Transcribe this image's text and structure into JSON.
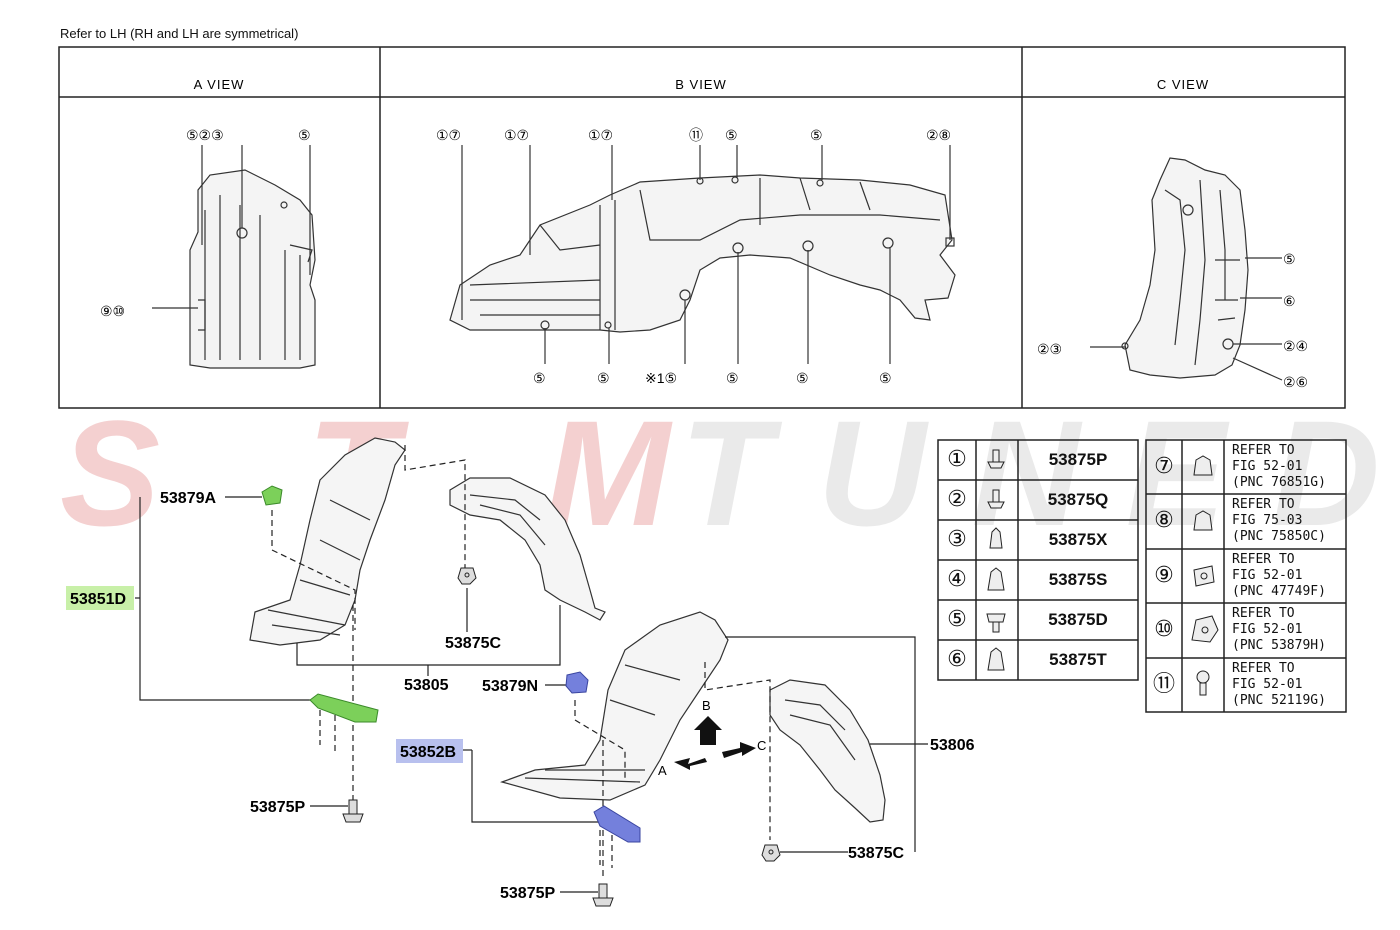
{
  "header_note": "Refer to LH (RH and LH are symmetrical)",
  "views": {
    "a": "A VIEW",
    "b": "B VIEW",
    "c": "C VIEW"
  },
  "a_callouts": [
    "⑤②③",
    "⑤",
    "⑨⑩"
  ],
  "b_callouts_top": [
    "①⑦",
    "①⑦",
    "①⑦",
    "⑪",
    "⑤",
    "⑤",
    "②⑧"
  ],
  "b_callouts_bottom": [
    "⑤",
    "⑤",
    "※1⑤",
    "⑤",
    "⑤",
    "⑤"
  ],
  "c_callouts": [
    "⑤",
    "⑥",
    "②③",
    "②④",
    "②⑥"
  ],
  "parts": {
    "p53879A": "53879A",
    "p53851D": "53851D",
    "p53875C_left": "53875C",
    "p53805": "53805",
    "p53879N": "53879N",
    "p53852B": "53852B",
    "p53806": "53806",
    "p53875P_left": "53875P",
    "p53875C_right": "53875C",
    "p53875P_right": "53875P",
    "arrow_a": "A",
    "arrow_b": "B",
    "arrow_c": "C"
  },
  "legend_left": [
    {
      "num": "①",
      "part": "53875P"
    },
    {
      "num": "②",
      "part": "53875Q"
    },
    {
      "num": "③",
      "part": "53875X"
    },
    {
      "num": "④",
      "part": "53875S"
    },
    {
      "num": "⑤",
      "part": "53875D"
    },
    {
      "num": "⑥",
      "part": "53875T"
    }
  ],
  "legend_right": [
    {
      "num": "⑦",
      "l1": "REFER TO",
      "l2": "FIG 52-01",
      "l3": "(PNC 76851G)"
    },
    {
      "num": "⑧",
      "l1": "REFER TO",
      "l2": "FIG 75-03",
      "l3": "(PNC 75850C)"
    },
    {
      "num": "⑨",
      "l1": "REFER TO",
      "l2": "FIG 52-01",
      "l3": "(PNC 47749F)"
    },
    {
      "num": "⑩",
      "l1": "REFER TO",
      "l2": "FIG 52-01",
      "l3": "(PNC 53879H)"
    },
    {
      "num": "⑪",
      "l1": "REFER TO",
      "l2": "FIG 52-01",
      "l3": "(PNC 52119G)"
    }
  ],
  "watermark": "STMTUNED",
  "colors": {
    "highlight_green": "#c8f0a8",
    "highlight_blue": "#b8c0ee",
    "green_part": "#7cd05a",
    "blue_part": "#7480dc",
    "watermark_red": "#f2c8c8",
    "watermark_gray": "#e6e6e6"
  }
}
